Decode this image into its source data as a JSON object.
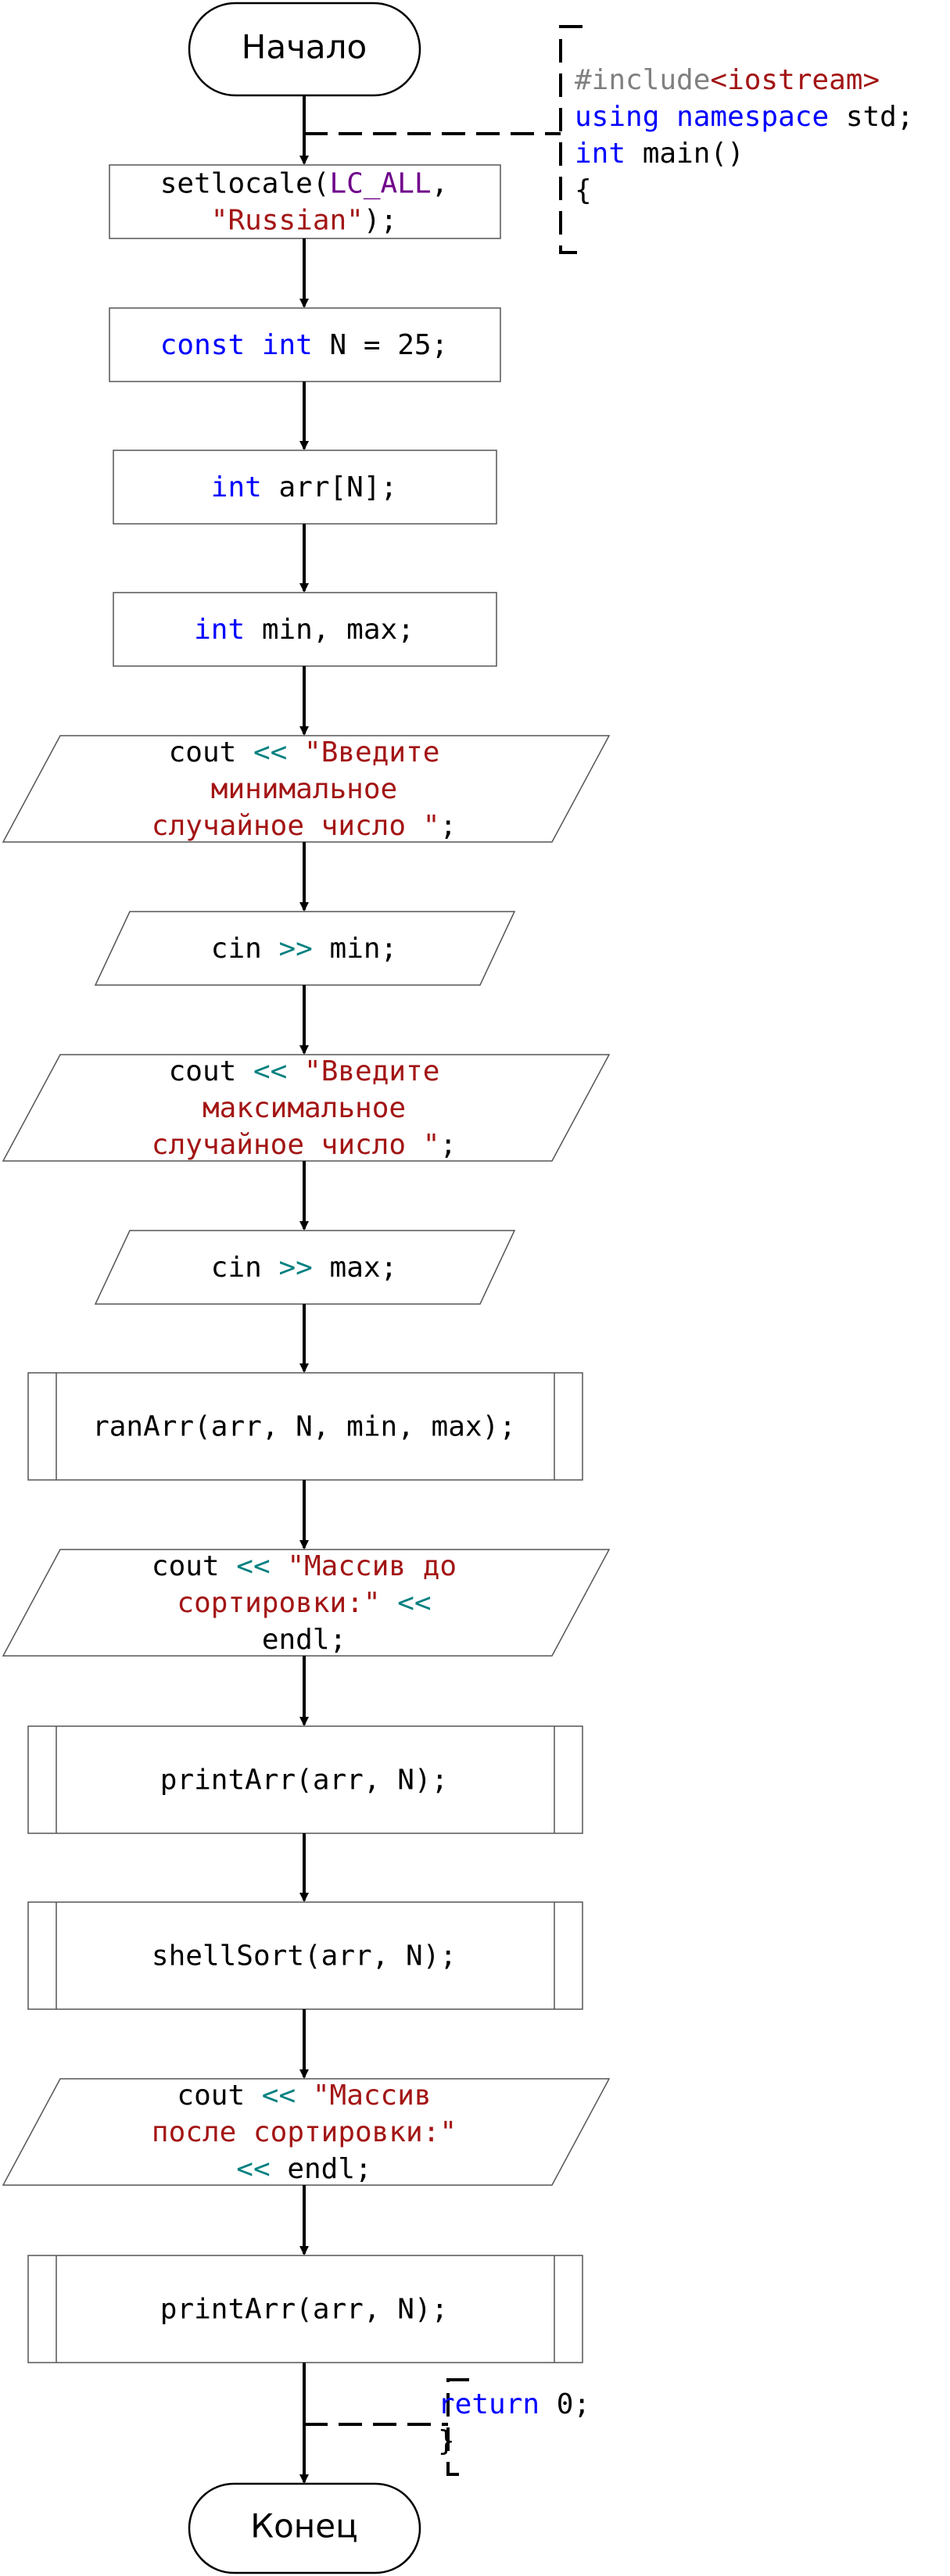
{
  "diagram": {
    "start": {
      "label": "Начало"
    },
    "end": {
      "label": "Конец"
    },
    "comment_top": {
      "lines": [
        [
          {
            "t": "#include",
            "c": "pp"
          },
          {
            "t": "<iostream>",
            "c": "str"
          }
        ],
        [
          {
            "t": "using",
            "c": "kw"
          },
          {
            "t": " ",
            "c": "pl"
          },
          {
            "t": "namespace",
            "c": "kw"
          },
          {
            "t": " std;",
            "c": "pl"
          }
        ],
        [
          {
            "t": "int",
            "c": "kw"
          },
          {
            "t": " main()",
            "c": "pl"
          }
        ],
        [
          {
            "t": "{",
            "c": "pl"
          }
        ]
      ]
    },
    "comment_bottom": {
      "lines": [
        [
          {
            "t": "return",
            "c": "kw"
          },
          {
            "t": " 0;",
            "c": "pl"
          }
        ],
        [
          {
            "t": "}",
            "c": "pl"
          }
        ]
      ]
    },
    "blocks": [
      {
        "type": "process",
        "name": "block-setlocale",
        "lines": [
          [
            {
              "t": "setlocale(",
              "c": "pl"
            },
            {
              "t": "LC_ALL",
              "c": "mac"
            },
            {
              "t": ",",
              "c": "pl"
            }
          ],
          [
            {
              "t": "\"Russian\"",
              "c": "str"
            },
            {
              "t": ");",
              "c": "pl"
            }
          ]
        ]
      },
      {
        "type": "process",
        "name": "block-const-n",
        "lines": [
          [
            {
              "t": "const",
              "c": "kw"
            },
            {
              "t": " ",
              "c": "pl"
            },
            {
              "t": "int",
              "c": "kw"
            },
            {
              "t": " N = 25;",
              "c": "pl"
            }
          ]
        ]
      },
      {
        "type": "process",
        "name": "block-int-arr",
        "lines": [
          [
            {
              "t": "int",
              "c": "kw"
            },
            {
              "t": " arr[N];",
              "c": "pl"
            }
          ]
        ]
      },
      {
        "type": "process",
        "name": "block-int-min-max",
        "lines": [
          [
            {
              "t": "int",
              "c": "kw"
            },
            {
              "t": " min, max;",
              "c": "pl"
            }
          ]
        ]
      },
      {
        "type": "io",
        "name": "block-cout-min",
        "lines": [
          [
            {
              "t": "cout ",
              "c": "pl"
            },
            {
              "t": "<<",
              "c": "op"
            },
            {
              "t": " ",
              "c": "pl"
            },
            {
              "t": "\"Введите",
              "c": "str"
            }
          ],
          [
            {
              "t": "минимальное",
              "c": "str"
            }
          ],
          [
            {
              "t": "случайное число \"",
              "c": "str"
            },
            {
              "t": ";",
              "c": "pl"
            }
          ]
        ]
      },
      {
        "type": "io",
        "name": "block-cin-min",
        "lines": [
          [
            {
              "t": "cin ",
              "c": "pl"
            },
            {
              "t": ">>",
              "c": "op"
            },
            {
              "t": " min;",
              "c": "pl"
            }
          ]
        ]
      },
      {
        "type": "io",
        "name": "block-cout-max",
        "lines": [
          [
            {
              "t": "cout ",
              "c": "pl"
            },
            {
              "t": "<<",
              "c": "op"
            },
            {
              "t": " ",
              "c": "pl"
            },
            {
              "t": "\"Введите",
              "c": "str"
            }
          ],
          [
            {
              "t": "максимальное",
              "c": "str"
            }
          ],
          [
            {
              "t": "случайное число \"",
              "c": "str"
            },
            {
              "t": ";",
              "c": "pl"
            }
          ]
        ]
      },
      {
        "type": "io",
        "name": "block-cin-max",
        "lines": [
          [
            {
              "t": "cin ",
              "c": "pl"
            },
            {
              "t": ">>",
              "c": "op"
            },
            {
              "t": " max;",
              "c": "pl"
            }
          ]
        ]
      },
      {
        "type": "subroutine",
        "name": "block-ranarr",
        "lines": [
          [
            {
              "t": "ranArr(arr, N, min, max);",
              "c": "pl"
            }
          ]
        ]
      },
      {
        "type": "io",
        "name": "block-cout-before",
        "lines": [
          [
            {
              "t": "cout ",
              "c": "pl"
            },
            {
              "t": "<<",
              "c": "op"
            },
            {
              "t": " ",
              "c": "pl"
            },
            {
              "t": "\"Массив до",
              "c": "str"
            }
          ],
          [
            {
              "t": "сортировки:\"",
              "c": "str"
            },
            {
              "t": " ",
              "c": "pl"
            },
            {
              "t": "<<",
              "c": "op"
            }
          ],
          [
            {
              "t": "endl;",
              "c": "pl"
            }
          ]
        ]
      },
      {
        "type": "subroutine",
        "name": "block-printarr-1",
        "lines": [
          [
            {
              "t": "printArr(arr, N);",
              "c": "pl"
            }
          ]
        ]
      },
      {
        "type": "subroutine",
        "name": "block-shellsort",
        "lines": [
          [
            {
              "t": "shellSort(arr, N);",
              "c": "pl"
            }
          ]
        ]
      },
      {
        "type": "io",
        "name": "block-cout-after",
        "lines": [
          [
            {
              "t": "cout ",
              "c": "pl"
            },
            {
              "t": "<<",
              "c": "op"
            },
            {
              "t": " ",
              "c": "pl"
            },
            {
              "t": "\"Массив",
              "c": "str"
            }
          ],
          [
            {
              "t": "после сортировки:\"",
              "c": "str"
            }
          ],
          [
            {
              "t": "<<",
              "c": "op"
            },
            {
              "t": " endl;",
              "c": "pl"
            }
          ]
        ]
      },
      {
        "type": "subroutine",
        "name": "block-printarr-2",
        "lines": [
          [
            {
              "t": "printArr(arr, N);",
              "c": "pl"
            }
          ]
        ]
      }
    ]
  }
}
